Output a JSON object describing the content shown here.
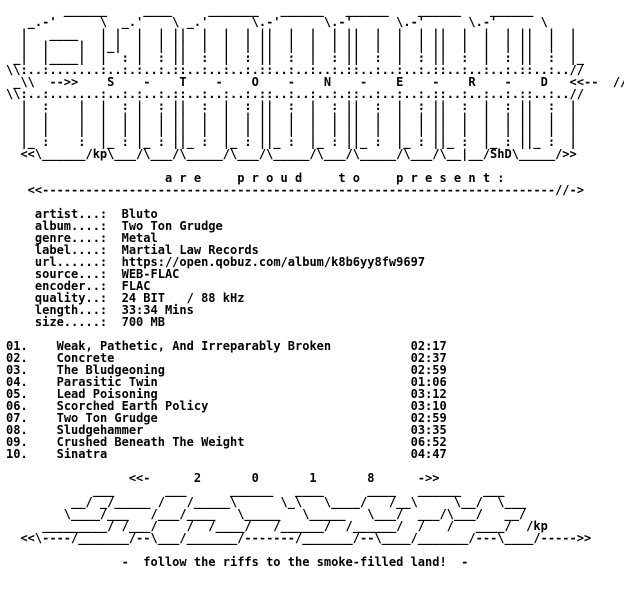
{
  "header_art": [
    "        ______     ____     _______   ______   ______    ______    ______",
    "   _.-'      \\  _.'    \\ _.'      \\.-'      \\.-'      \\.-'      \\.-'      \\",
    "  |   ____   | |  |  | ||  |  |  | ||  |  |  | ||  |  |  | ||  |  |  | ||  |  |",
    "  |  |    |  |_|  |  | ||  |  |  | ||  |  |  | ||  |  |  | ||  |  |  | ||  |  |",
    " _|  |____|  |  : |  : ||  :  |  : ||  :  |  : ||  :  |  : ||  :  |  : ||  :  |_",
    "\\\\:..:.......:..:.:..:.::..:..:..:.::..:..:..:.::..:..:..:.::..:..:..:.::..:..//"
  ],
  "banner_line": " _\\\\  -->>    S    -    T    -    O    -    N    -    E    -    R    -    D   <<--  //_",
  "mid_art": [
    "\\\\:..:.......:..:.:..:.::..:..:..:.::..:..:..:.::..:..:..:.::..:..:..:.::..:..//",
    "  |  :    |  |  : |  : ||  :  |  : ||  :  |  : ||  :  |  : ||  :  |  : ||  :  |",
    "  |  |    |  |  | |  | ||  |  |  | ||  |  |  | ||  |  |  | ||  |  |  | ||  |  |",
    "  |  |    |  |  | |  | ||  |  |  | ||  |  |  | ||  |  |  | ||  |  |  | ||  |  |",
    "  |_ :    :  |_ : |_ : ||_ :  |_ : ||_ :  |_ : ||_ :  |_ : ||_ :  |_ : ||_ :  |",
    "  <<\\______/kp\\___/\\___/\\_____/\\___/\\_____/\\___/\\_____/\\___/\\__|__/ShD\\_____/>>"
  ],
  "present_line": "                      a r e     p r o u d     t o     p r e s e n t :",
  "present_rule": "   <<-----------------------------------------------------------------------//->",
  "info": [
    {
      "label": "artist...:",
      "value": "Bluto"
    },
    {
      "label": "album....:",
      "value": "Two Ton Grudge"
    },
    {
      "label": "genre....:",
      "value": "Metal"
    },
    {
      "label": "label....:",
      "value": "Martial Law Records"
    },
    {
      "label": "url......:",
      "value": "https://open.qobuz.com/album/k8b6yy8fw9697"
    },
    {
      "label": "source...:",
      "value": "WEB-FLAC"
    },
    {
      "label": "encoder..:",
      "value": "FLAC"
    },
    {
      "label": "quality..:",
      "value": "24 BIT   / 88 kHz"
    },
    {
      "label": "length...:",
      "value": "33:34 Mins"
    },
    {
      "label": "size.....:",
      "value": "700 MB"
    }
  ],
  "tracks": [
    {
      "num": "01.",
      "title": "Weak, Pathetic, And Irreparably Broken",
      "time": "02:17"
    },
    {
      "num": "02.",
      "title": "Concrete",
      "time": "02:37"
    },
    {
      "num": "03.",
      "title": "The Bludgeoning",
      "time": "02:59"
    },
    {
      "num": "04.",
      "title": "Parasitic Twin",
      "time": "01:06"
    },
    {
      "num": "05.",
      "title": "Lead Poisoning",
      "time": "03:12"
    },
    {
      "num": "06.",
      "title": "Scorched Earth Policy",
      "time": "03:10"
    },
    {
      "num": "07.",
      "title": "Two Ton Grudge",
      "time": "02:59"
    },
    {
      "num": "08.",
      "title": "Sludgehammer",
      "time": "03:35"
    },
    {
      "num": "09.",
      "title": "Crushed Beneath The Weight",
      "time": "06:52"
    },
    {
      "num": "10.",
      "title": "Sinatra",
      "time": "04:47"
    }
  ],
  "year_line": "                 <<-      2       0       1       8      ->>",
  "footer_art": [
    "            ___       ___      ______   ____      ____   ______   ___",
    "         __/ _/_____ /   /_____\\      \\_\\   \\____/   /__\\     \\__/  \\___",
    "        \\____/___   /___/____   \\_____   \\_____   \\___/  ___/\\___/   __/",
    "     _________/ /___/    /  /____/   /______/  /______/  /   /   ____/  /kp",
    "  <<\\----/_______/--\\___/_______/-------/_______/--\\____/_______/---\\____/----->>"
  ],
  "tagline": "                -  follow the riffs to the smoke-filled land!  -"
}
